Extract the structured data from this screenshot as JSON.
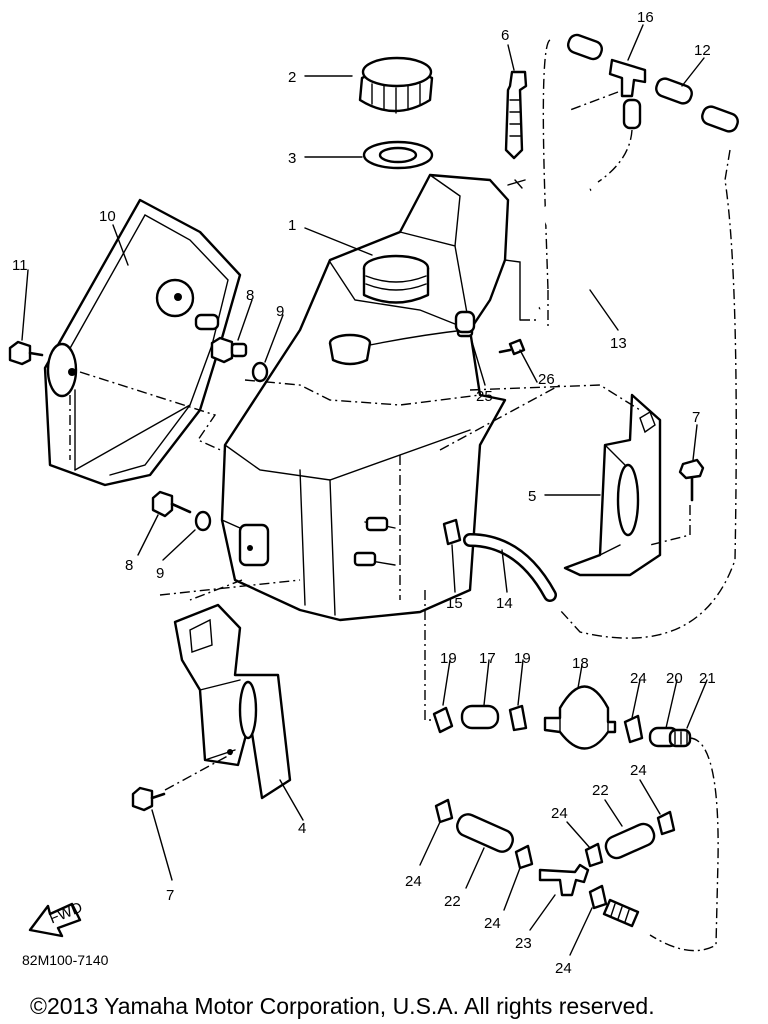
{
  "diagram": {
    "callouts": [
      {
        "id": "c1",
        "text": "1"
      },
      {
        "id": "c2",
        "text": "2"
      },
      {
        "id": "c3",
        "text": "3"
      },
      {
        "id": "c4",
        "text": "4"
      },
      {
        "id": "c5",
        "text": "5"
      },
      {
        "id": "c6",
        "text": "6"
      },
      {
        "id": "c7a",
        "text": "7"
      },
      {
        "id": "c7b",
        "text": "7"
      },
      {
        "id": "c8a",
        "text": "8"
      },
      {
        "id": "c8b",
        "text": "8"
      },
      {
        "id": "c9a",
        "text": "9"
      },
      {
        "id": "c9b",
        "text": "9"
      },
      {
        "id": "c10",
        "text": "10"
      },
      {
        "id": "c11",
        "text": "11"
      },
      {
        "id": "c12",
        "text": "12"
      },
      {
        "id": "c13",
        "text": "13"
      },
      {
        "id": "c14",
        "text": "14"
      },
      {
        "id": "c15",
        "text": "15"
      },
      {
        "id": "c16",
        "text": "16"
      },
      {
        "id": "c17",
        "text": "17"
      },
      {
        "id": "c18",
        "text": "18"
      },
      {
        "id": "c19a",
        "text": "19"
      },
      {
        "id": "c19b",
        "text": "19"
      },
      {
        "id": "c20",
        "text": "20"
      },
      {
        "id": "c21",
        "text": "21"
      },
      {
        "id": "c22a",
        "text": "22"
      },
      {
        "id": "c22b",
        "text": "22"
      },
      {
        "id": "c23",
        "text": "23"
      },
      {
        "id": "c24a",
        "text": "24"
      },
      {
        "id": "c24b",
        "text": "24"
      },
      {
        "id": "c24c",
        "text": "24"
      },
      {
        "id": "c24d",
        "text": "24"
      },
      {
        "id": "c24e",
        "text": "24"
      },
      {
        "id": "c24f",
        "text": "24"
      },
      {
        "id": "c25",
        "text": "25"
      },
      {
        "id": "c26",
        "text": "26"
      }
    ],
    "fwd_label": "FWD",
    "part_code": "82M100-7140"
  },
  "footer": {
    "copyright": "©2013 Yamaha Motor Corporation, U.S.A. All rights reserved."
  }
}
